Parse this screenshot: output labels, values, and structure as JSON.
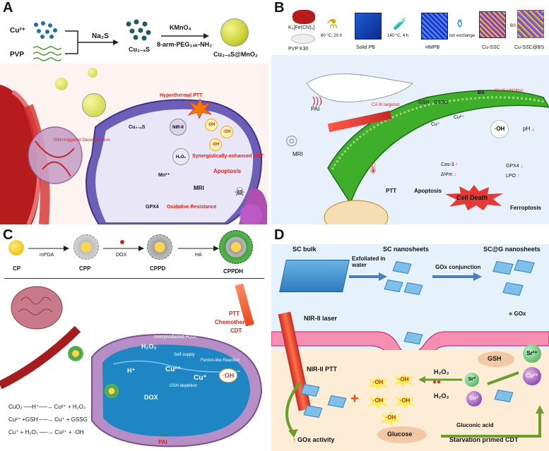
{
  "panels": {
    "A": {
      "label": "A",
      "reactant1": "Cu²⁺",
      "reactant2": "PVP",
      "reagent1": "Na₂S",
      "intermediate": "Cu₂₋ₓS",
      "reagent2": "KMnO₄",
      "reagent3": "8-arm-PEG₁₀ₖ-NH₂",
      "product": "Cu₂₋ₓS@MnO₂",
      "gsh_decomp": "GSH-triggered Decomposition",
      "hyperthermia": "Hyperthermal PTT",
      "nir": "NIR-II",
      "cu_label": "Cu₂₋ₓS",
      "h2o2": "H₂O₂",
      "oh": "·OH",
      "synergy": "Synergistically-enhanced CDT",
      "mn": "Mn²⁺",
      "mri": "MRI",
      "apoptosis": "Apoptosis",
      "gpx4": "GPX4",
      "oxidative": "Oxidative Resistance"
    },
    "B": {
      "label": "B",
      "precursor": "K₃[Fe(CN)₆]",
      "pvp": "PVP K30",
      "cond1": "80 °C, 20 h",
      "solid_pb": "Solid PB",
      "cond2": "140 °C, 4 h",
      "hmpb": "HMPB",
      "ion_exchange": "Ion exchange",
      "cu_ssc": "Cu-SSC",
      "bs": "BS",
      "final": "Cu-SSC@BS",
      "ca_ix_targeted": "CA IX targeted",
      "ca_ix_inhibition": "CA IX inhibition",
      "gsh": "GSH",
      "gssg": "GSSG",
      "cu_plus": "Cu⁺",
      "cu_2plus": "Cu²⁺",
      "bs2": "BS",
      "oh": "·OH",
      "ph": "pH",
      "pai": "PAI",
      "mri": "MRI",
      "nir": "808 nm",
      "ptt": "PTT",
      "cas3": "Cas-3",
      "dpsi": "ΔΨm",
      "gpx4": "GPX4",
      "lpo": "LPO",
      "apoptosis": "Apoptosis",
      "cell_death": "Cell Death",
      "ferroptosis": "Ferroptosis"
    },
    "C": {
      "label": "C",
      "cp": "CP",
      "mpda": "mPDA",
      "cpp": "CPP",
      "dox": "DOX",
      "cppd": "CPPD",
      "ha": "HA",
      "cppdh": "CPPDH",
      "ptt": "PTT",
      "chemotherapy": "Chemotherapy",
      "cdt": "CDT",
      "overproduced": "overproduced H₂O₂",
      "self_supply": "Self-supply",
      "h2o2": "H₂O₂",
      "hplus": "H⁺",
      "cu2": "Cu²⁺",
      "cuplus": "Cu⁺",
      "oh": "·OH",
      "gsh_depletion": "GSH depletion",
      "fenton": "Fenton-like Reaction",
      "dox2": "DOX",
      "eq1": "CuO₂ ──H⁺──→ Cu²⁺ + H₂O₂",
      "eq2": "Cu²⁺ +GSH ──→ Cu⁺ + GSSG",
      "eq3": "Cu⁺ + H₂O₂ ──→ Cu²⁺ + ·OH",
      "pai": "PAI"
    },
    "D": {
      "label": "D",
      "sc_bulk": "SC bulk",
      "sc_nanosheets": "SC nanosheets",
      "scg": "SC@G nanosheets",
      "exfoliated": "Exfoliated in water",
      "gox_conj": "GOx conjunction",
      "nir": "NIR-II laser",
      "gox": "GOx",
      "nir_ptt": "NIR-II PTT",
      "oh": "·OH",
      "h2o2_top": "H₂O₂",
      "h2o2_bot": "H₂O₂",
      "gsh": "GSH",
      "sr2": "Sr²⁺",
      "srplus": "Sr⁺",
      "cuplus": "Cu⁺",
      "cu2": "Cu²⁺",
      "glucose": "Glucose",
      "gluconic": "Gluconic acid",
      "gox_activity": "GOx activity",
      "starvation": "Starvation primed CDT"
    }
  }
}
